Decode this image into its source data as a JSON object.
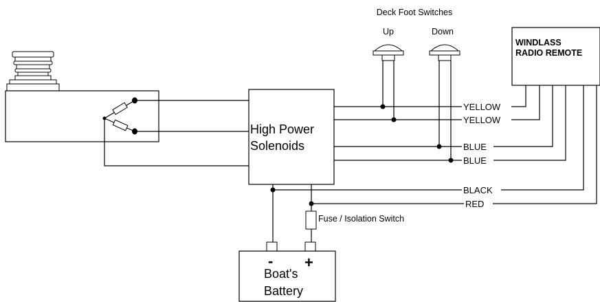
{
  "title": "Deck Foot Switches",
  "switches": {
    "up_label": "Up",
    "down_label": "Down"
  },
  "remote": {
    "line1": "WINDLASS",
    "line2": "RADIO REMOTE"
  },
  "solenoid": {
    "line1": "High Power",
    "line2": "Solenoids"
  },
  "wires": {
    "yellow1": "YELLOW",
    "yellow2": "YELLOW",
    "blue1": "BLUE",
    "blue2": "BLUE",
    "black": "BLACK",
    "red": "RED"
  },
  "fuse_label": "Fuse / Isolation Switch",
  "battery": {
    "neg": "-",
    "pos": "+",
    "line1": "Boat's",
    "line2": "Battery"
  },
  "colors": {
    "line": "#000000",
    "background": "#ffffff"
  }
}
